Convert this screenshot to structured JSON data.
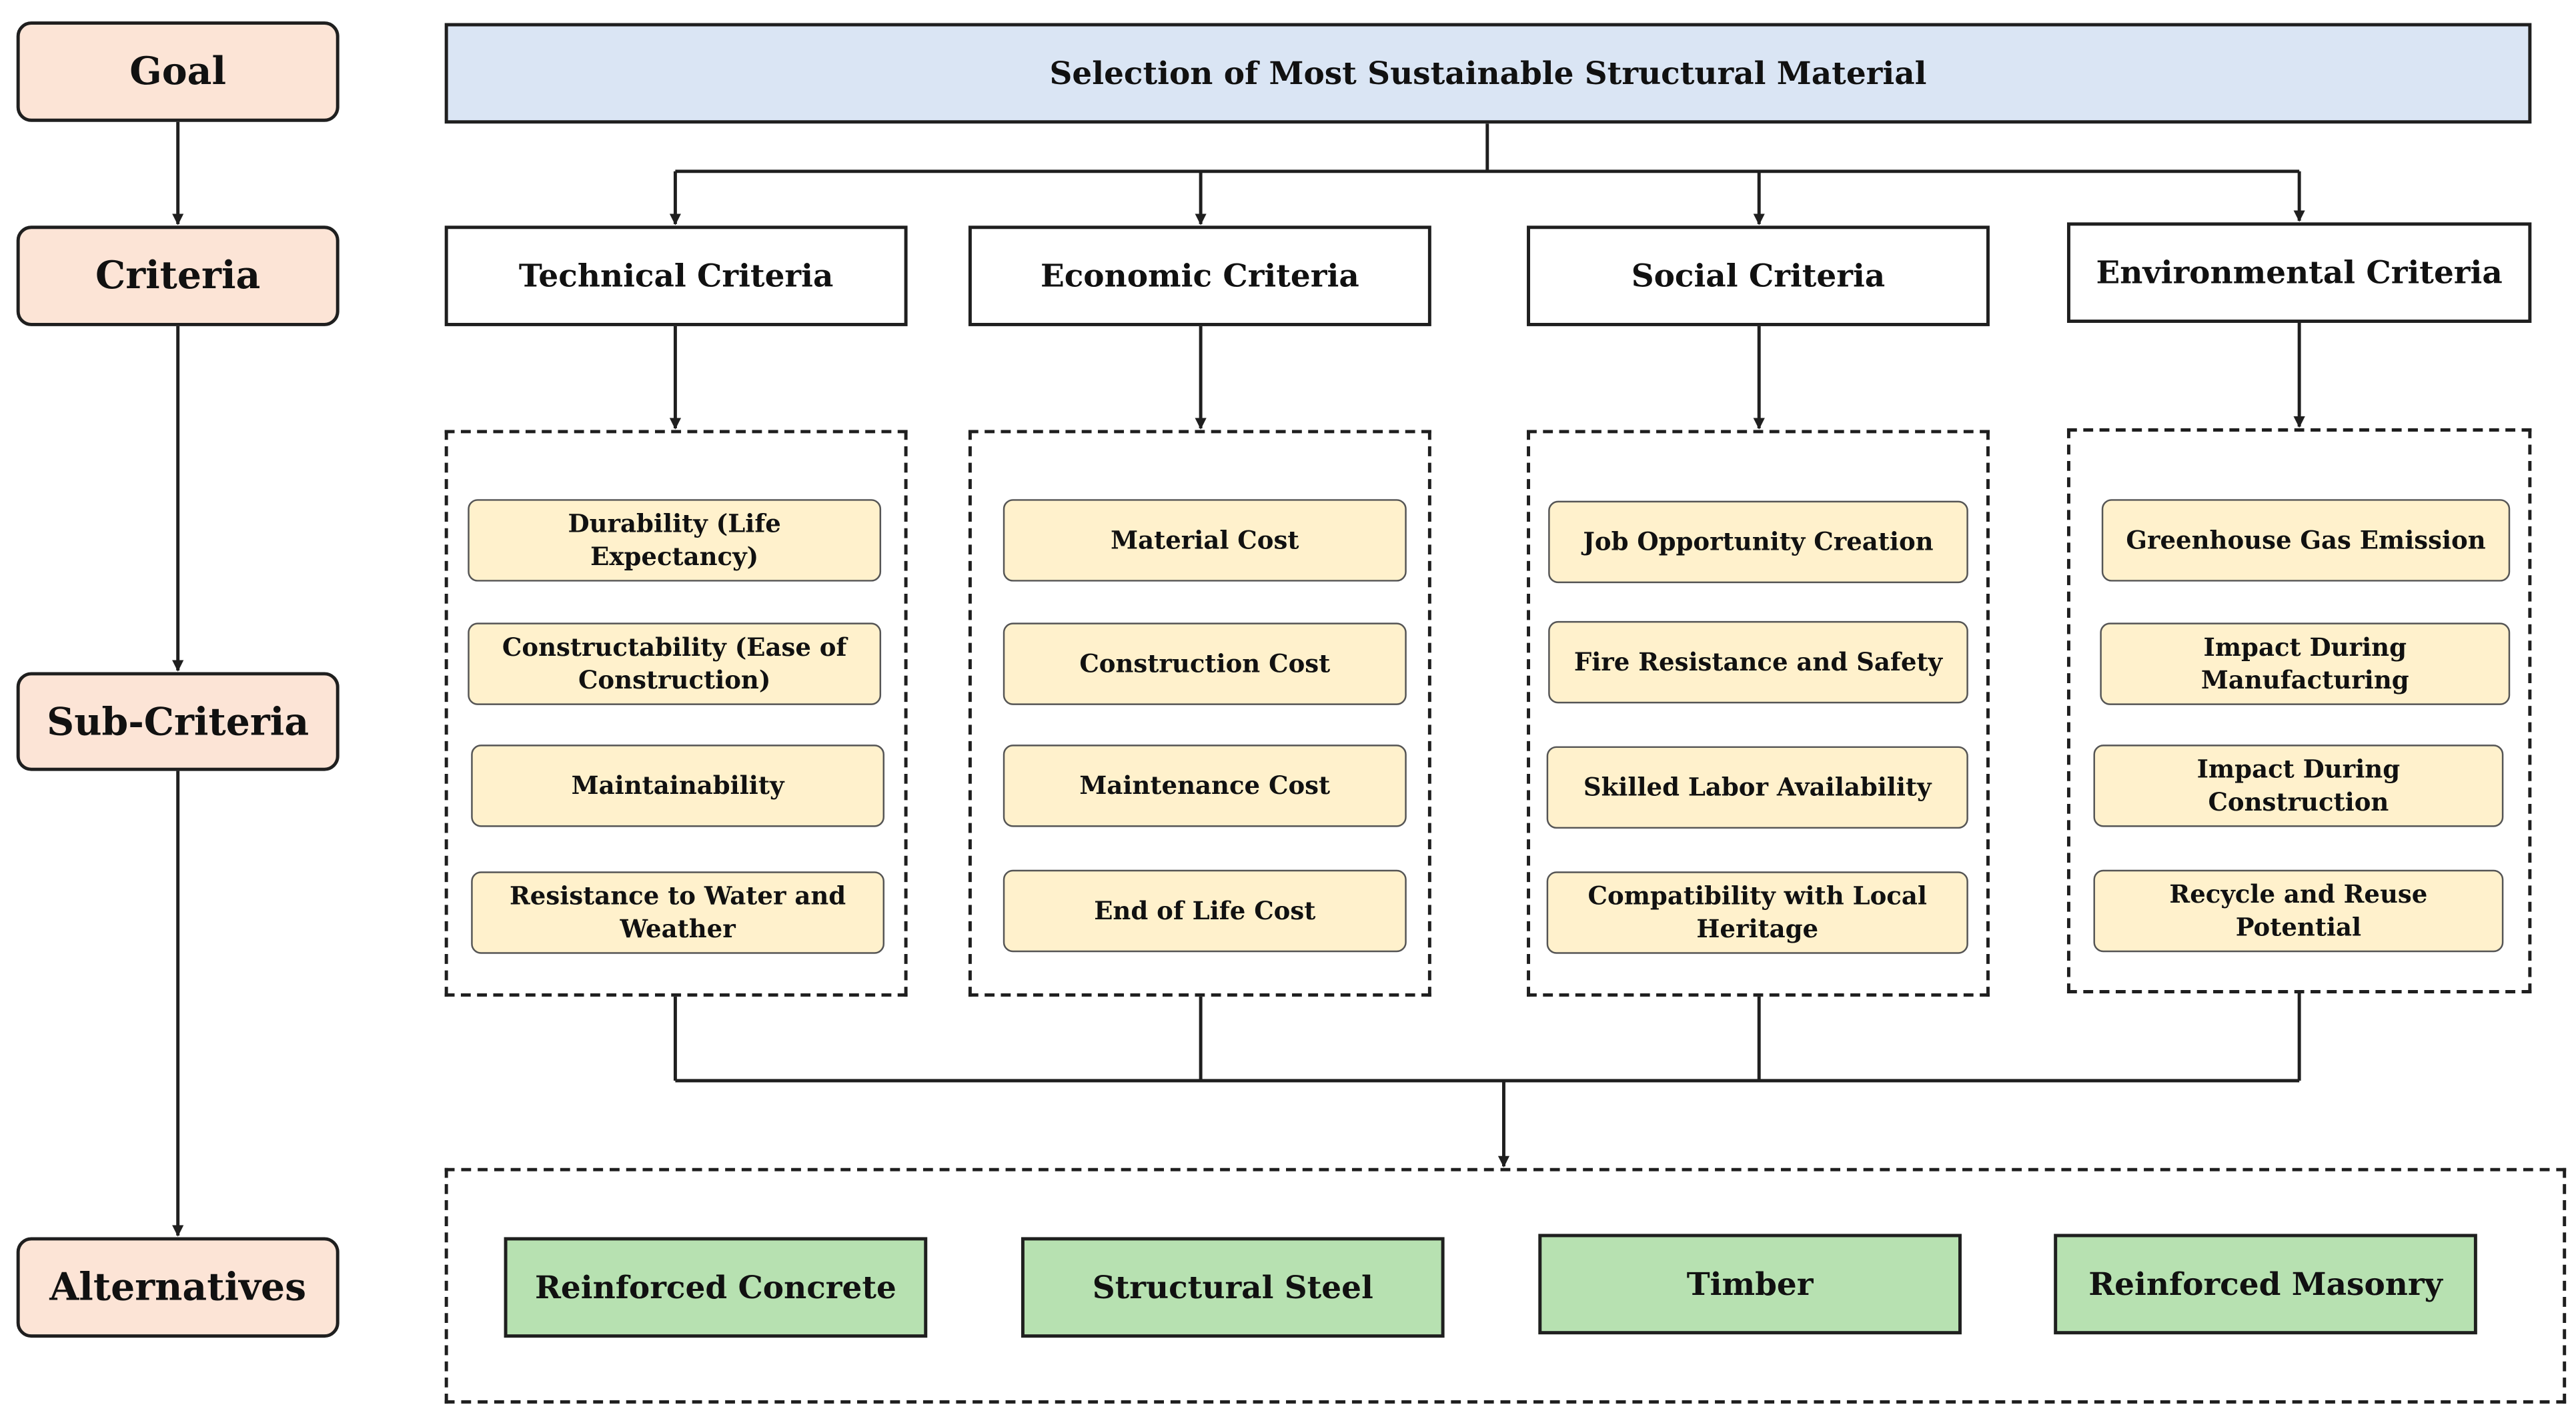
{
  "levels": {
    "goal": "Goal",
    "criteria": "Criteria",
    "sub_criteria": "Sub-Criteria",
    "alternatives": "Alternatives"
  },
  "goal": "Selection of Most Sustainable Structural Material",
  "criteria": [
    {
      "label": "Technical Criteria",
      "sub": [
        "Durability (Life Expectancy)",
        "Constructability (Ease of Construction)",
        "Maintainability",
        "Resistance to Water and Weather"
      ]
    },
    {
      "label": "Economic Criteria",
      "sub": [
        "Material Cost",
        "Construction Cost",
        "Maintenance Cost",
        "End of Life Cost"
      ]
    },
    {
      "label": "Social Criteria",
      "sub": [
        "Job Opportunity Creation",
        "Fire Resistance and Safety",
        "Skilled Labor Availability",
        "Compatibility with Local Heritage"
      ]
    },
    {
      "label": "Environmental Criteria",
      "sub": [
        "Greenhouse Gas Emission",
        "Impact During Manufacturing",
        "Impact During Construction",
        "Recycle and Reuse Potential"
      ]
    }
  ],
  "alternatives": [
    "Reinforced Concrete",
    "Structural Steel",
    "Timber",
    "Reinforced Masonry"
  ]
}
